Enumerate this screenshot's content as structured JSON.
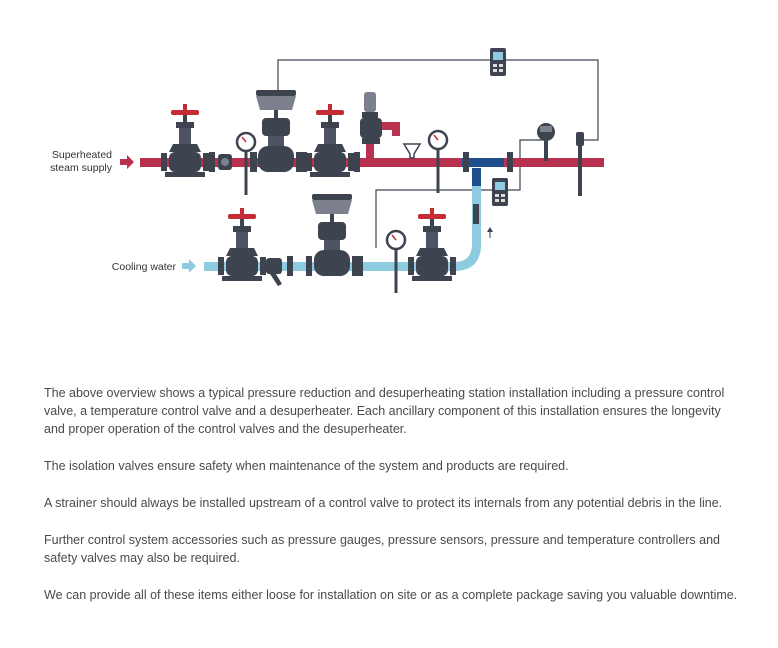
{
  "diagram": {
    "labels": {
      "steam_line1": "Superheated",
      "steam_line2": "steam supply",
      "cooling": "Cooling water"
    },
    "colors": {
      "steam": "#b8324f",
      "water": "#8ccbe0",
      "mix": "#1f4e8c",
      "body": "#3e4350",
      "handwheel": "#c42b33"
    }
  },
  "paragraphs": [
    "The above overview shows a typical pressure reduction and desuperheating station installation including a pressure control valve, a temperature control valve and a desuperheater. Each ancillary component of this installation ensures the longevity and proper operation of the control valves and the desuperheater.",
    "The isolation valves ensure safety when maintenance of the system and products are required.",
    "A strainer should always be installed upstream of a control valve to protect its internals from any potential debris in the line.",
    "Further control system accessories such as pressure gauges, pressure sensors, pressure and temperature controllers and safety valves may also be required.",
    "We can provide all of these items either loose for installation on site or as a complete package saving you valuable downtime."
  ]
}
